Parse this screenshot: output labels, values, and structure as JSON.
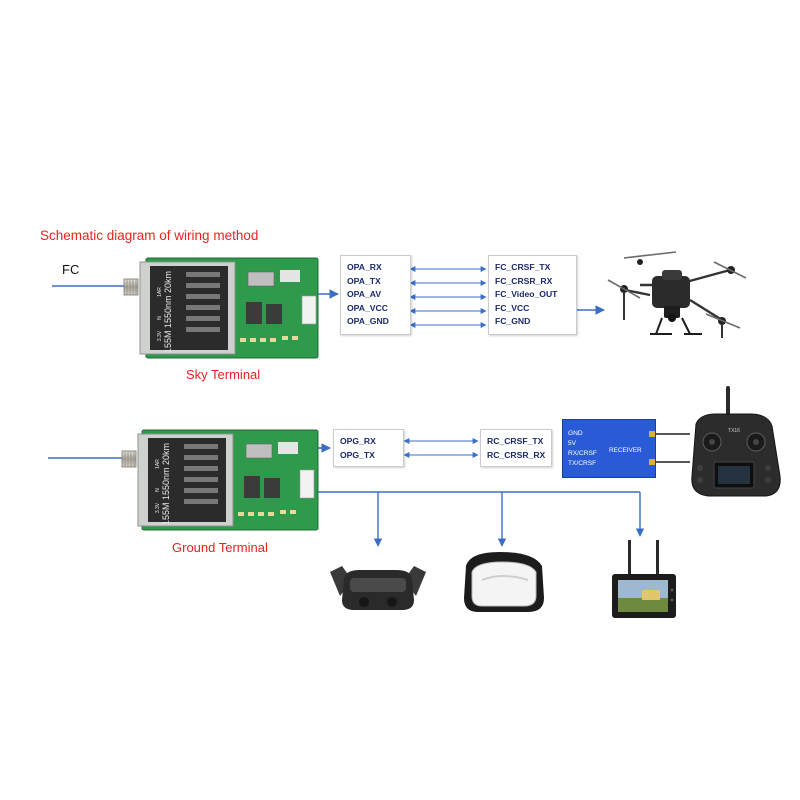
{
  "title": "Schematic diagram of wiring method",
  "fc_label": "FC",
  "sky": {
    "caption": "Sky Terminal",
    "module_print": [
      "155M 1550nm 20km",
      "1AR",
      "N",
      "3.3V"
    ],
    "left_pins": [
      "OPA_RX",
      "OPA_TX",
      "OPA_AV",
      "OPA_VCC",
      "OPA_GND"
    ],
    "right_pins": [
      "FC_CRSF_TX",
      "FC_CRSR_RX",
      "FC_Video_OUT",
      "FC_VCC",
      "FC_GND"
    ]
  },
  "ground": {
    "caption": "Ground Terminal",
    "module_print": [
      "155M 1550nm 20km",
      "1AR",
      "N",
      "3.3V"
    ],
    "left_pins": [
      "OPG_RX",
      "OPG_TX"
    ],
    "right_pins": [
      "RC_CRSF_TX",
      "RC_CRSR_RX"
    ]
  },
  "receiver": {
    "pins": [
      "GND",
      "5V",
      "RX/CRSF",
      "TX/CRSF"
    ],
    "label": "RECEIVER"
  },
  "radio_brand": "TX16",
  "colors": {
    "line": "#3b6fc6",
    "caption": "#e8231f",
    "pcb": "#2f9a4c",
    "receiver": "#2a5bd7"
  },
  "icons": [
    "drone-icon",
    "radio-controller-icon",
    "fpv-goggles-icon",
    "vr-headset-icon",
    "monitor-icon"
  ]
}
